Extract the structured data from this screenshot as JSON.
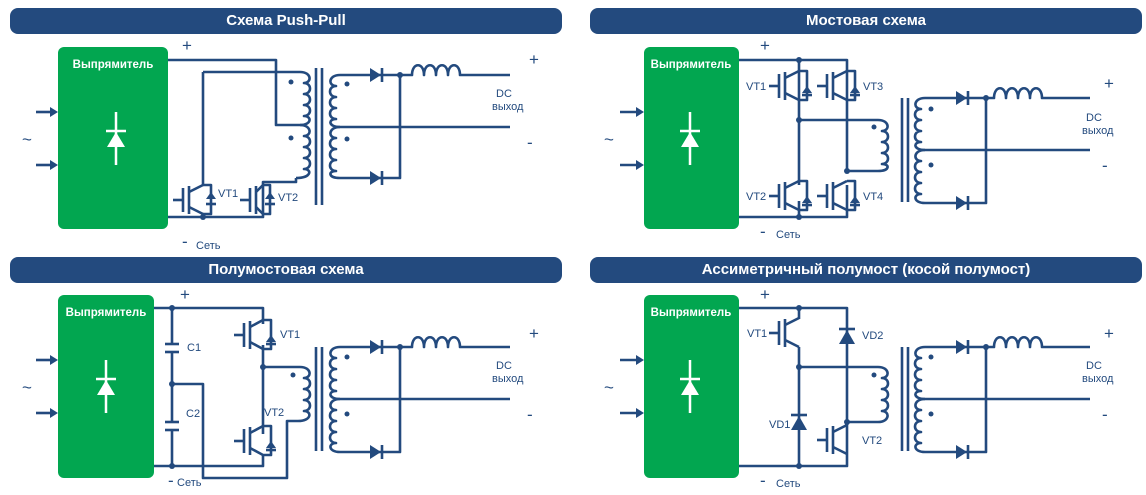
{
  "colors": {
    "header_bg": "#234a7e",
    "wire": "#234a7e",
    "rectifier": "#02a650",
    "header_text": "#ffffff"
  },
  "panels": [
    {
      "title": "Схема Push-Pull",
      "rectifier_label": "Выпрямитель",
      "ac_symbol": "~",
      "plus": "+",
      "minus_label": "Сеть",
      "minus": "-",
      "components": [
        "VT1",
        "VT2"
      ],
      "output": {
        "plus": "+",
        "minus": "-",
        "line1": "DC",
        "line2": "выход"
      }
    },
    {
      "title": "Мостовая схема",
      "rectifier_label": "Выпрямитель",
      "ac_symbol": "~",
      "plus": "+",
      "minus_label": "Сеть",
      "minus": "-",
      "components": [
        "VT1",
        "VT3",
        "VT2",
        "VT4"
      ],
      "output": {
        "plus": "+",
        "minus": "-",
        "line1": "DC",
        "line2": "выход"
      }
    },
    {
      "title": "Полумостовая схема",
      "rectifier_label": "Выпрямитель",
      "ac_symbol": "~",
      "plus": "+",
      "minus_label": "Сеть",
      "minus": "-",
      "components": [
        "C1",
        "C2",
        "VT1",
        "VT2"
      ],
      "output": {
        "plus": "+",
        "minus": "-",
        "line1": "DC",
        "line2": "выход"
      }
    },
    {
      "title": "Ассиметричный полумост (косой полумост)",
      "rectifier_label": "Выпрямитель",
      "ac_symbol": "~",
      "plus": "+",
      "minus_label": "Сеть",
      "minus": "-",
      "components": [
        "VT1",
        "VD2",
        "VD1",
        "VT2"
      ],
      "output": {
        "plus": "+",
        "minus": "-",
        "line1": "DC",
        "line2": "выход"
      }
    }
  ]
}
